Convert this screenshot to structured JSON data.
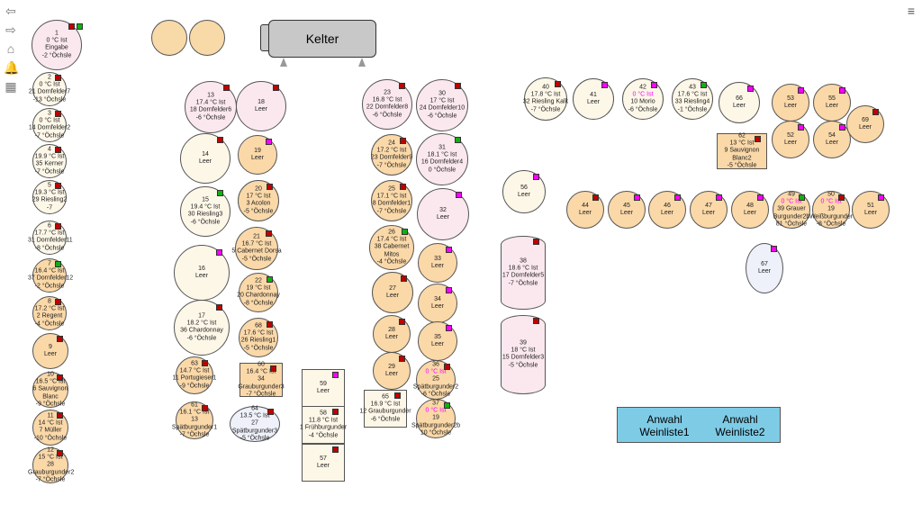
{
  "app": {
    "menu_icon": "hamburger-menu-icon"
  },
  "sidebar": [
    {
      "name": "back-icon",
      "glyph": "⇦"
    },
    {
      "name": "forward-icon",
      "glyph": "⇨"
    },
    {
      "name": "home-icon",
      "glyph": "⌂"
    },
    {
      "name": "bell-icon",
      "glyph": "🔔"
    },
    {
      "name": "calendar-icon",
      "glyph": "▦"
    }
  ],
  "kelter": {
    "label": "Kelter"
  },
  "winelist_buttons": [
    "Anwahl Weinliste1",
    "Anwahl Weinliste2"
  ],
  "colors": {
    "empty": "#fdf7e8",
    "filled": "#fad8a8",
    "pink": "#fbe8ef",
    "lav": "#eef0fa",
    "flag_red": "#c00000",
    "flag_green": "#10b010",
    "flag_magenta": "#ff00ff"
  },
  "tanks": [
    {
      "id": "1",
      "lines": [
        "0 °C Ist",
        "Eingabe",
        "-2 °Öchsle"
      ],
      "flag": "red",
      "flag2": "green",
      "fill": "pink"
    },
    {
      "id": "2",
      "lines": [
        "0 °C Ist",
        "21 Dornfelder7",
        "-13 °Öchsle"
      ],
      "flag": "red",
      "fill": "empty"
    },
    {
      "id": "3",
      "lines": [
        "0 °C Ist",
        "14 Dornfelder2",
        "-7 °Öchsle"
      ],
      "flag": "red",
      "fill": "empty"
    },
    {
      "id": "4",
      "lines": [
        "19.9 °C Ist",
        "35 Kerner",
        "-7 °Öchsle"
      ],
      "flag": "red",
      "fill": "empty"
    },
    {
      "id": "5",
      "lines": [
        "19.3 °C Ist",
        "29 Riesling2",
        "-7"
      ],
      "flag": "red",
      "fill": "empty"
    },
    {
      "id": "6",
      "lines": [
        "17.7 °C Ist",
        "31 Dornfelder11",
        "-8 °Öchsle"
      ],
      "flag": "red",
      "fill": "empty"
    },
    {
      "id": "7",
      "lines": [
        "16.4 °C Ist",
        "37 Dornfelder12",
        "-2 °Öchsle"
      ],
      "flag": "green",
      "fill": "filled"
    },
    {
      "id": "8",
      "lines": [
        "17.2 °C Ist",
        "2 Regent",
        "-4 °Öchsle"
      ],
      "flag": "red",
      "fill": "filled"
    },
    {
      "id": "9",
      "lines": [
        "Leer"
      ],
      "flag": "red",
      "fill": "filled"
    },
    {
      "id": "10",
      "lines": [
        "16.5 °C Ist",
        "6 Sauvignon",
        "Blanc",
        "-9 °Öchsle"
      ],
      "flag": "red",
      "fill": "filled"
    },
    {
      "id": "11",
      "lines": [
        "14 °C Ist",
        "7 Müller",
        "-10 °Öchsle"
      ],
      "flag": "red",
      "fill": "filled"
    },
    {
      "id": "12",
      "lines": [
        "15 °C Ist",
        "28",
        "Grauburgunder2",
        "-7 °Öchsle"
      ],
      "flag": "red",
      "fill": "filled"
    },
    {
      "id": "13",
      "lines": [
        "17.4 °C Ist",
        "18 Dornfelder6",
        "-6 °Öchsle"
      ],
      "flag": "red",
      "fill": "pink"
    },
    {
      "id": "14",
      "lines": [
        "Leer"
      ],
      "flag": "red",
      "fill": "empty"
    },
    {
      "id": "15",
      "lines": [
        "19.4 °C Ist",
        "30 Riesling3",
        "-6 °Öchsle"
      ],
      "flag": "green",
      "fill": "empty"
    },
    {
      "id": "16",
      "lines": [
        "Leer"
      ],
      "flag": "magenta",
      "fill": "empty"
    },
    {
      "id": "17",
      "lines": [
        "18.2 °C Ist",
        "36 Chardonnay",
        "-6 °Öchsle"
      ],
      "flag": "red",
      "fill": "empty"
    },
    {
      "id": "18",
      "lines": [
        "Leer"
      ],
      "flag": "red",
      "fill": "pink"
    },
    {
      "id": "19",
      "lines": [
        "Leer"
      ],
      "flag": "magenta",
      "fill": "filled"
    },
    {
      "id": "20",
      "lines": [
        "17 °C Ist",
        "3 Acolon",
        "-5 °Öchsle"
      ],
      "flag": "red",
      "fill": "filled"
    },
    {
      "id": "21",
      "lines": [
        "16.7 °C Ist",
        "5 Cabernet Dorsa",
        "-5 °Öchsle"
      ],
      "flag": "red",
      "fill": "filled"
    },
    {
      "id": "22",
      "lines": [
        "19 °C Ist",
        "20 Chardonnay",
        "-8 °Öchsle"
      ],
      "flag": "green",
      "fill": "filled"
    },
    {
      "id": "68",
      "lines": [
        "17.6 °C Ist",
        "26 Riesling1",
        "-5 °Öchsle"
      ],
      "flag": "red",
      "fill": "filled"
    },
    {
      "id": "63",
      "lines": [
        "14.7 °C Ist",
        "11 Portugieser1",
        "-9 °Öchsle"
      ],
      "flag": "red",
      "fill": "filled"
    },
    {
      "id": "61",
      "lines": [
        "16.1 °C Ist",
        "13",
        "Spätburgunder1",
        "-7 °Öchsle"
      ],
      "flag": "red",
      "fill": "filled"
    },
    {
      "id": "60",
      "lines": [
        "16.4 °C Ist",
        "34",
        "Grauburgunder3",
        "-7 °Öchsle"
      ],
      "flag": "red",
      "fill": "filled"
    },
    {
      "id": "64",
      "lines": [
        "13.5 °C Ist",
        "27",
        "Spätburgunder3",
        "-5 °Öchsle"
      ],
      "flag": "red",
      "fill": "lav"
    },
    {
      "id": "59",
      "lines": [
        "Leer"
      ],
      "flag": "magenta",
      "fill": "empty"
    },
    {
      "id": "58",
      "lines": [
        "11.8 °C Ist",
        "1 Frühburgunder",
        "-4 °Öchsle"
      ],
      "flag": "red",
      "fill": "empty"
    },
    {
      "id": "57",
      "lines": [
        "Leer"
      ],
      "flag": "red",
      "fill": "empty"
    },
    {
      "id": "23",
      "lines": [
        "16.8 °C Ist",
        "22 Dornfelder8",
        "-6 °Öchsle"
      ],
      "flag": "red",
      "fill": "pink"
    },
    {
      "id": "24",
      "lines": [
        "17.2 °C Ist",
        "23 Dornfelder9",
        "-7 °Öchsle"
      ],
      "flag": "red",
      "fill": "filled"
    },
    {
      "id": "25",
      "lines": [
        "17.1 °C Ist",
        "8 Dornfelder1",
        "-7 °Öchsle"
      ],
      "flag": "red",
      "fill": "filled"
    },
    {
      "id": "26",
      "lines": [
        "17.4 °C Ist",
        "38 Cabernet",
        "Mitos",
        "-4 °Öchsle"
      ],
      "flag": "green",
      "fill": "filled"
    },
    {
      "id": "27",
      "lines": [
        "Leer"
      ],
      "flag": "red",
      "fill": "filled"
    },
    {
      "id": "28",
      "lines": [
        "Leer"
      ],
      "flag": "red",
      "fill": "filled"
    },
    {
      "id": "29",
      "lines": [
        "Leer"
      ],
      "flag": "red",
      "fill": "filled"
    },
    {
      "id": "65",
      "lines": [
        "16.9 °C Ist",
        "12 Grauburgunder",
        "-6 °Öchsle"
      ],
      "flag": "red",
      "fill": "empty"
    },
    {
      "id": "30",
      "lines": [
        "17 °C Ist",
        "24 Dornfelder10",
        "-6 °Öchsle"
      ],
      "flag": "red",
      "fill": "pink"
    },
    {
      "id": "31",
      "lines": [
        "18.1 °C Ist",
        "16 Dornfelder4",
        "0 °Öchsle"
      ],
      "flag": "green",
      "fill": "pink"
    },
    {
      "id": "32",
      "lines": [
        "Leer"
      ],
      "flag": "magenta",
      "fill": "pink"
    },
    {
      "id": "33",
      "lines": [
        "Leer"
      ],
      "flag": "magenta",
      "fill": "filled"
    },
    {
      "id": "34",
      "lines": [
        "Leer"
      ],
      "flag": "magenta",
      "fill": "filled"
    },
    {
      "id": "35",
      "lines": [
        "Leer"
      ],
      "flag": "magenta",
      "fill": "filled"
    },
    {
      "id": "36",
      "lines": [
        "0 °C Ist",
        "25",
        "Spätburgunder2",
        "-6 °Öchsle"
      ],
      "flag": "red",
      "fill": "filled",
      "warm": true
    },
    {
      "id": "37",
      "lines": [
        "0 °C Ist",
        "19",
        "Spätburgunder2b",
        "10 °Öchsle"
      ],
      "flag": "green",
      "fill": "filled",
      "warm": true
    },
    {
      "id": "56",
      "lines": [
        "Leer"
      ],
      "flag": "magenta",
      "fill": "empty"
    },
    {
      "id": "38",
      "lines": [
        "18.6 °C Ist",
        "17 Dornfelder5",
        "-7 °Öchsle"
      ],
      "flag": "red",
      "fill": "pink"
    },
    {
      "id": "39",
      "lines": [
        "18 °C Ist",
        "15 Dornfelder3",
        "-5 °Öchsle"
      ],
      "flag": "red",
      "fill": "pink"
    },
    {
      "id": "40",
      "lines": [
        "17.8 °C Ist",
        "32 Riesling Kalk",
        "-7 °Öchsle"
      ],
      "flag": "red",
      "fill": "empty"
    },
    {
      "id": "41",
      "lines": [
        "Leer"
      ],
      "flag": "magenta",
      "fill": "empty"
    },
    {
      "id": "42",
      "lines": [
        "0 °C Ist",
        "10 Morio",
        "-6 °Öchsle"
      ],
      "flag": "magenta",
      "fill": "empty",
      "warm": true
    },
    {
      "id": "43",
      "lines": [
        "17.6 °C Ist",
        "33 Riesling4",
        "-1 °Öchsle"
      ],
      "flag": "green",
      "fill": "empty"
    },
    {
      "id": "66",
      "lines": [
        "Leer"
      ],
      "flag": "magenta",
      "fill": "empty"
    },
    {
      "id": "62",
      "lines": [
        "13 °C Ist",
        "9 Sauvignon",
        "Blanc2",
        "-5 °Öchsle"
      ],
      "flag": "red",
      "fill": "filled"
    },
    {
      "id": "53",
      "lines": [
        "Leer"
      ],
      "flag": "magenta",
      "fill": "filled"
    },
    {
      "id": "55",
      "lines": [
        "Leer"
      ],
      "flag": "magenta",
      "fill": "filled"
    },
    {
      "id": "52",
      "lines": [
        "Leer"
      ],
      "flag": "magenta",
      "fill": "filled"
    },
    {
      "id": "54",
      "lines": [
        "Leer"
      ],
      "flag": "magenta",
      "fill": "filled"
    },
    {
      "id": "69",
      "lines": [
        "Leer"
      ],
      "flag": "red",
      "fill": "filled"
    },
    {
      "id": "44",
      "lines": [
        "Leer"
      ],
      "flag": "red",
      "fill": "filled"
    },
    {
      "id": "45",
      "lines": [
        "Leer"
      ],
      "flag": "magenta",
      "fill": "filled"
    },
    {
      "id": "46",
      "lines": [
        "Leer"
      ],
      "flag": "magenta",
      "fill": "filled"
    },
    {
      "id": "47",
      "lines": [
        "Leer"
      ],
      "flag": "magenta",
      "fill": "filled"
    },
    {
      "id": "48",
      "lines": [
        "Leer"
      ],
      "flag": "magenta",
      "fill": "filled"
    },
    {
      "id": "49",
      "lines": [
        "0 °C Ist",
        "39 Grauer",
        "Burgunder2b",
        "81 °Öchsle"
      ],
      "flag": "green",
      "fill": "filled",
      "warm": true
    },
    {
      "id": "50",
      "lines": [
        "0 °C Ist",
        "19",
        "Weißburgunder",
        "-8 °Öchsle"
      ],
      "flag": "red",
      "fill": "filled",
      "warm": true
    },
    {
      "id": "51",
      "lines": [
        "Leer"
      ],
      "flag": "magenta",
      "fill": "filled"
    },
    {
      "id": "67",
      "lines": [
        "Leer"
      ],
      "flag": "magenta",
      "fill": "lav"
    }
  ]
}
